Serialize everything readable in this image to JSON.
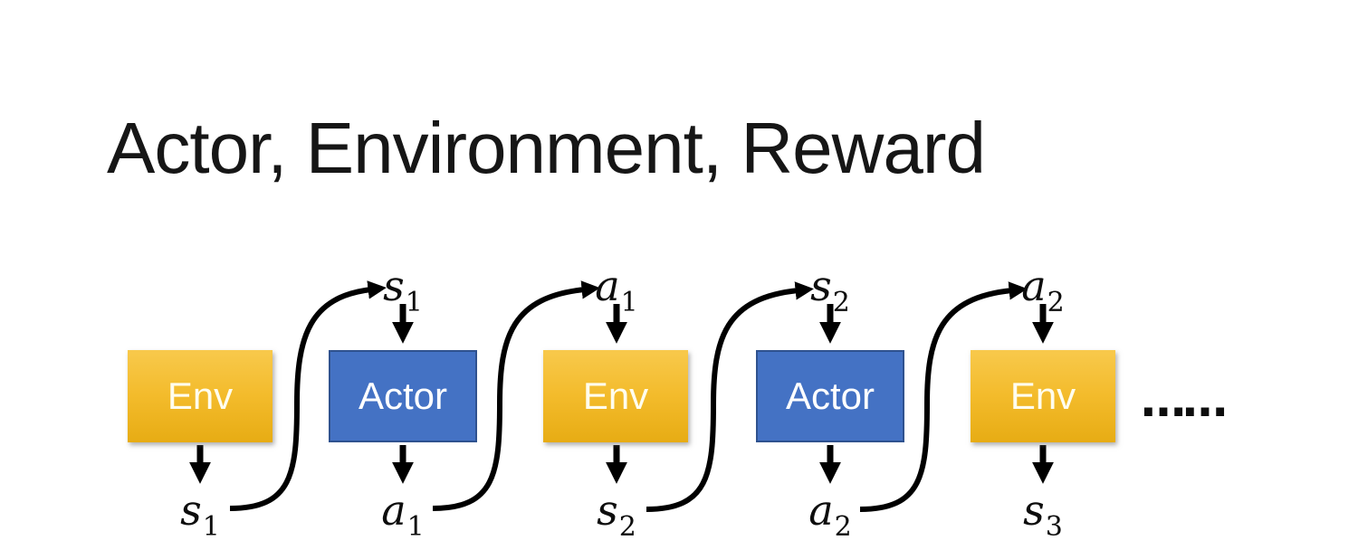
{
  "title": "Actor, Environment, Reward",
  "diagram": {
    "nodes": [
      {
        "label": "Env",
        "type": "env"
      },
      {
        "label": "Actor",
        "type": "actor"
      },
      {
        "label": "Env",
        "type": "env"
      },
      {
        "label": "Actor",
        "type": "actor"
      },
      {
        "label": "Env",
        "type": "env"
      }
    ],
    "top_labels": [
      {
        "base": "s",
        "sub": "1"
      },
      {
        "base": "a",
        "sub": "1"
      },
      {
        "base": "s",
        "sub": "2"
      },
      {
        "base": "a",
        "sub": "2"
      }
    ],
    "bottom_labels": [
      {
        "base": "s",
        "sub": "1"
      },
      {
        "base": "a",
        "sub": "1"
      },
      {
        "base": "s",
        "sub": "2"
      },
      {
        "base": "a",
        "sub": "2"
      },
      {
        "base": "s",
        "sub": "3"
      }
    ],
    "continuation_dots": "……",
    "colors": {
      "env_gradient_top": "#F8C94C",
      "env_gradient_bottom": "#E7AC14",
      "actor_fill": "#4472C4",
      "actor_border": "#2F528F",
      "box_text": "#FFFFFF",
      "arrow": "#000000",
      "title_text": "#161616"
    }
  }
}
